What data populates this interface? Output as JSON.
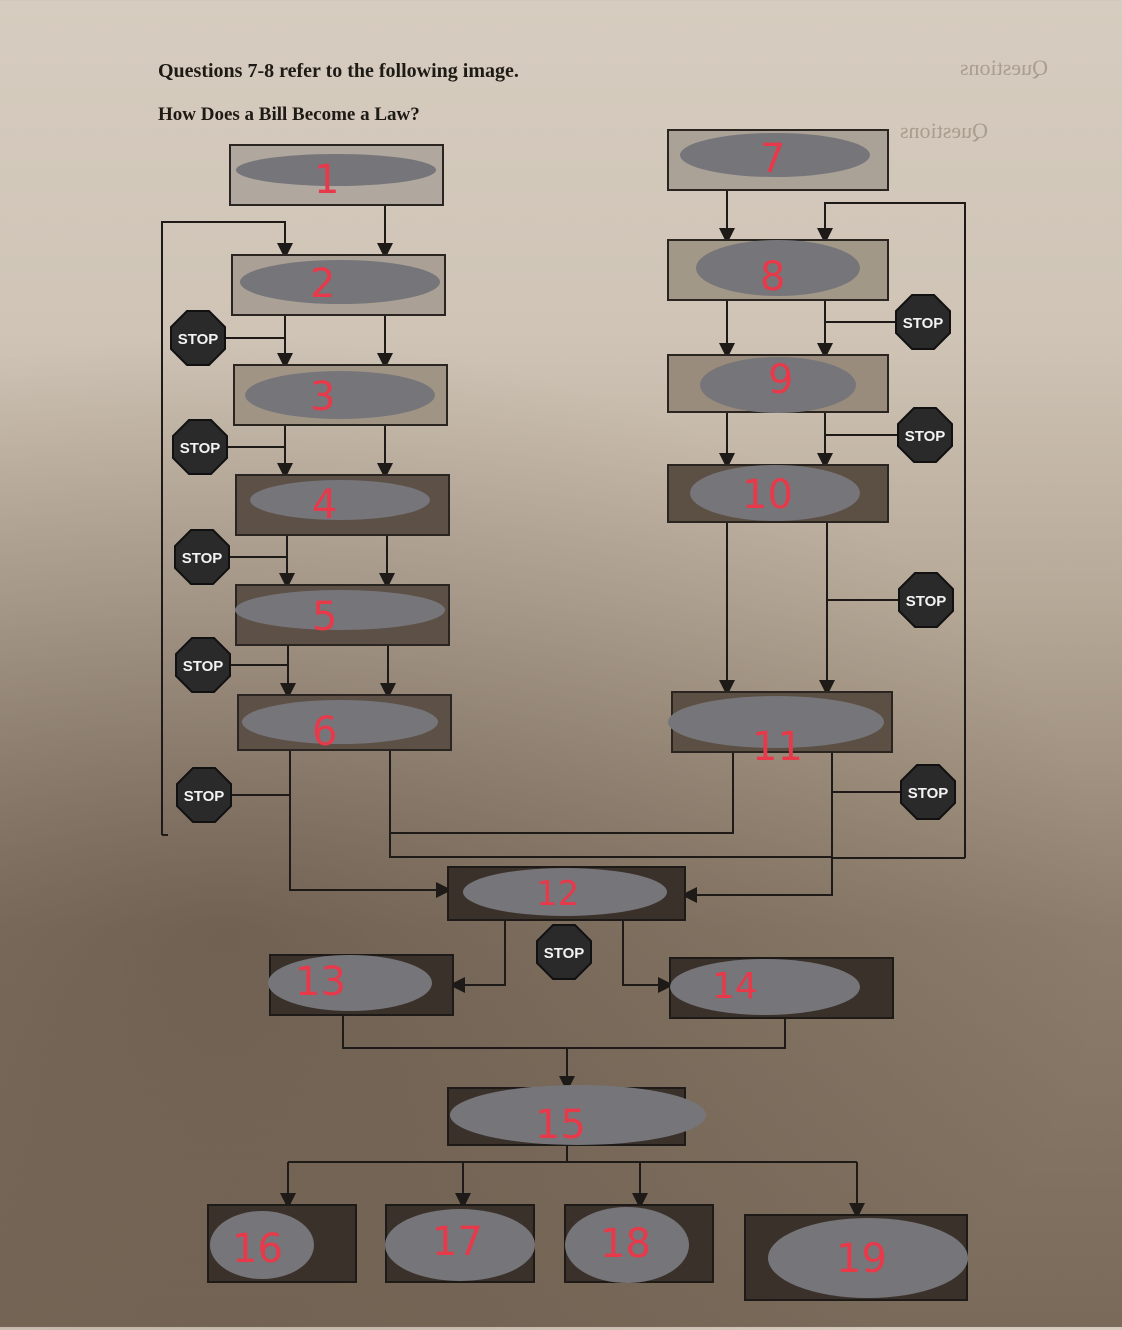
{
  "header": {
    "line1": "Questions 7-8 refer to the following image.",
    "line2": "How Does a Bill Become a Law?"
  },
  "stop_label": "STOP",
  "boxes": {
    "b1": "1",
    "b2": "2",
    "b3": "3",
    "b4": "4",
    "b5": "5",
    "b6": "6",
    "b7": "7",
    "b8": "8",
    "b9": "9",
    "b10": "10",
    "b11": "11",
    "b12": "12",
    "b13": "13",
    "b14": "14",
    "b15": "15",
    "b16": "16",
    "b17": "17",
    "b18": "18",
    "b19": "19"
  },
  "bleed_through": {
    "line1": "Questions",
    "line2": "Questions"
  },
  "colors": {
    "redact": "#76757a",
    "label_red": "#e8394a",
    "stop_sign": "#2a2a2a",
    "line": "#1d1a17"
  }
}
